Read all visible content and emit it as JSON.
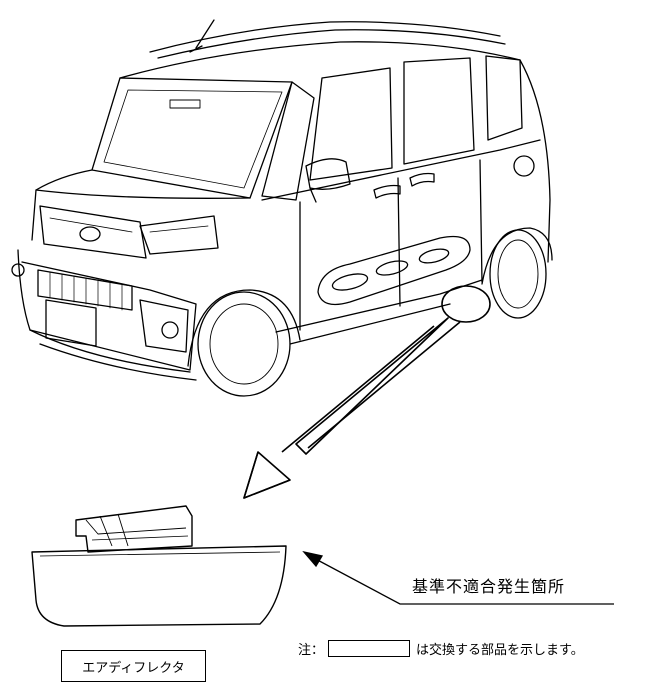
{
  "callout": {
    "defect_location": "基準不適合発生箇所"
  },
  "note": {
    "prefix": "注：",
    "suffix": "は交換する部品を示します。"
  },
  "part": {
    "name": "エアディフレクタ"
  },
  "colors": {
    "line": "#000000",
    "background": "#ffffff"
  }
}
